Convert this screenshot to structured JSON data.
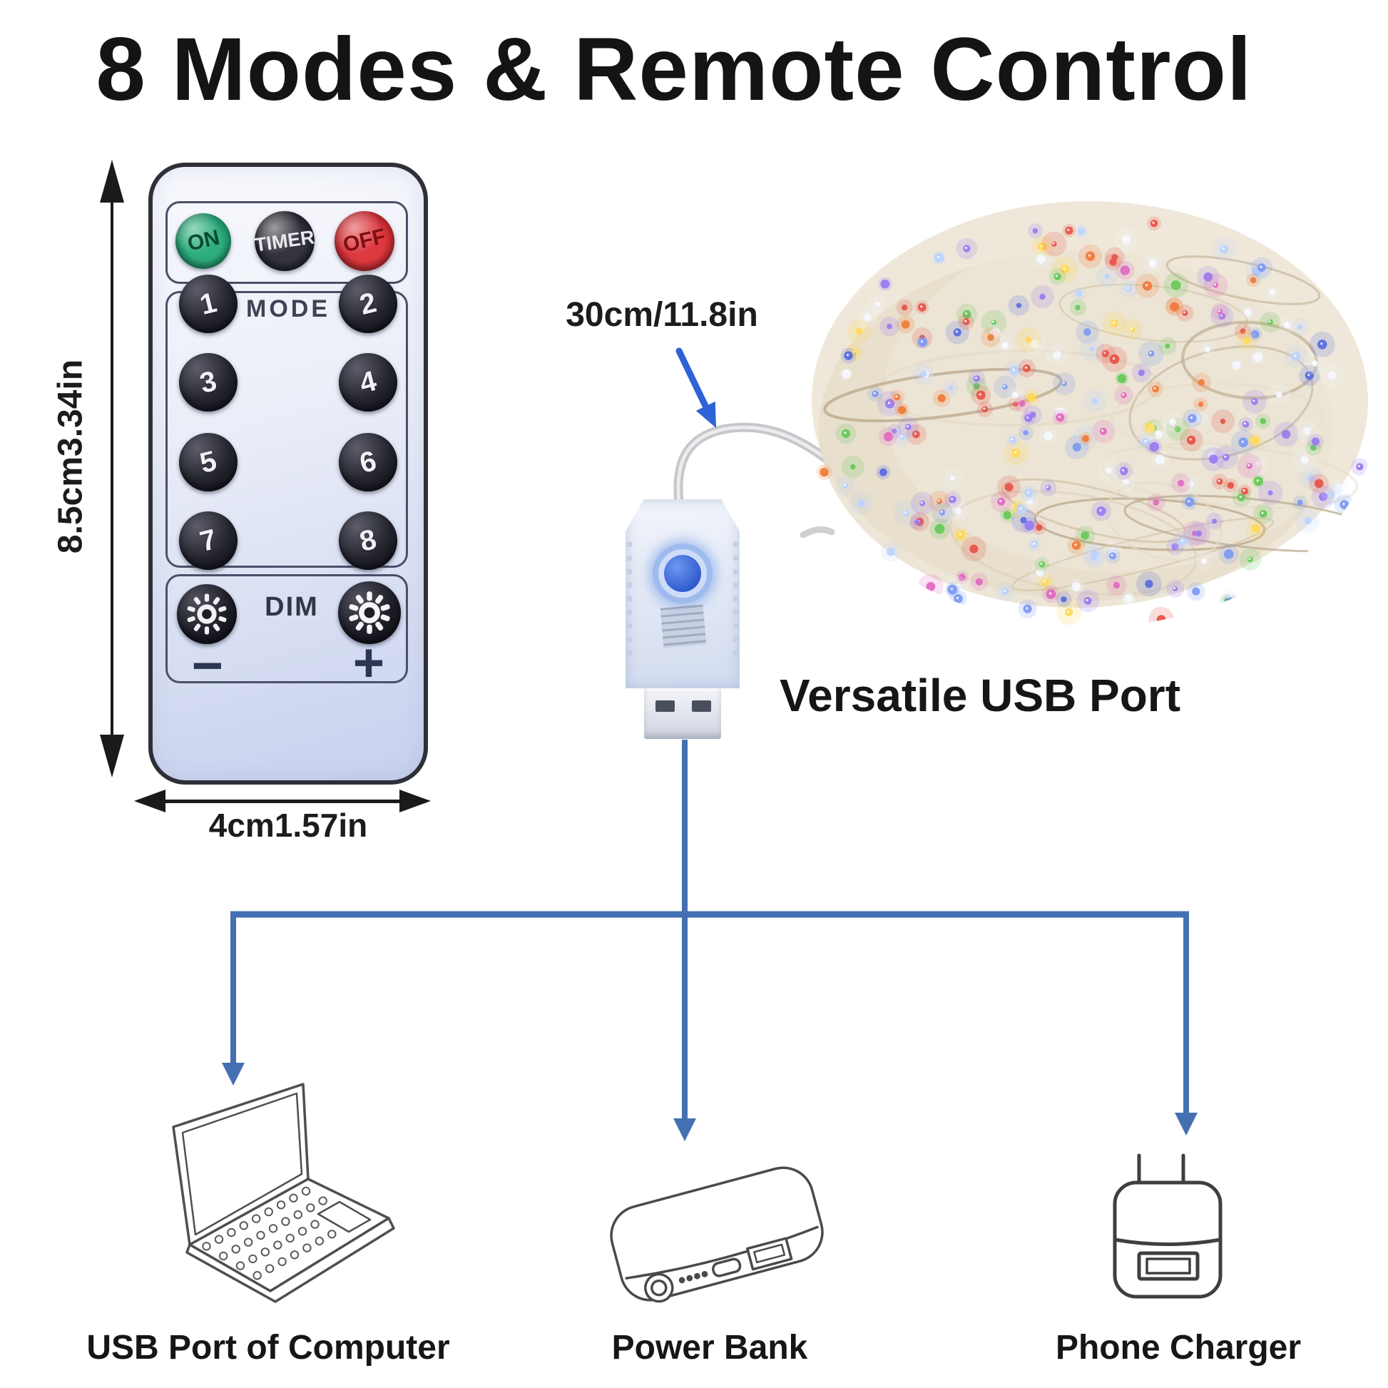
{
  "title": "8 Modes & Remote Control",
  "remote": {
    "height_label": "8.5cm3.34in",
    "width_label": "4cm1.57in",
    "power_buttons": [
      {
        "label": "ON",
        "bg": "#2fae7e",
        "bg_dark": "#0a6a49"
      },
      {
        "label": "TIMER",
        "bg": "#34343e",
        "bg_dark": "#0c0c13"
      },
      {
        "label": "OFF",
        "bg": "#dd3a40",
        "bg_dark": "#8c1013"
      }
    ],
    "mode_label": "MODE",
    "mode_buttons": [
      "1",
      "2",
      "3",
      "4",
      "5",
      "6",
      "7",
      "8"
    ],
    "dim_label": "DIM",
    "dim_minus": "−",
    "dim_plus": "+"
  },
  "cable": {
    "length_label": "30cm/11.8in"
  },
  "usb": {
    "caption": "Versatile USB Port"
  },
  "connections": [
    {
      "id": "computer",
      "label": "USB Port of Computer"
    },
    {
      "id": "power-bank",
      "label": "Power Bank"
    },
    {
      "id": "phone-charger",
      "label": "Phone Charger"
    }
  ],
  "colors": {
    "connector_blue": "#4470b2",
    "pointer_blue": "#2e62d6",
    "dimension_black": "#1a1a1a",
    "cable_gray": "#c6c7ca"
  },
  "lights": {
    "strand_count": 46,
    "loop_count": 14,
    "led_count": 250,
    "wire_colors": [
      "#d9cdb6",
      "#cdbb9e",
      "#e4dbc9",
      "#c0ae92",
      "#d4c5ab",
      "#b9a78b"
    ],
    "led_colors": [
      "#f4f8ff",
      "#f4f8ff",
      "#f4f8ff",
      "#bcd4ff",
      "#bcd4ff",
      "#7e9bf2",
      "#7e9bf2",
      "#5a6fe0",
      "#e8554a",
      "#e8554a",
      "#f07c3c",
      "#ffd957",
      "#67c95b",
      "#67c95b",
      "#9a7cf0",
      "#9a7cf0",
      "#e06cc0"
    ]
  }
}
